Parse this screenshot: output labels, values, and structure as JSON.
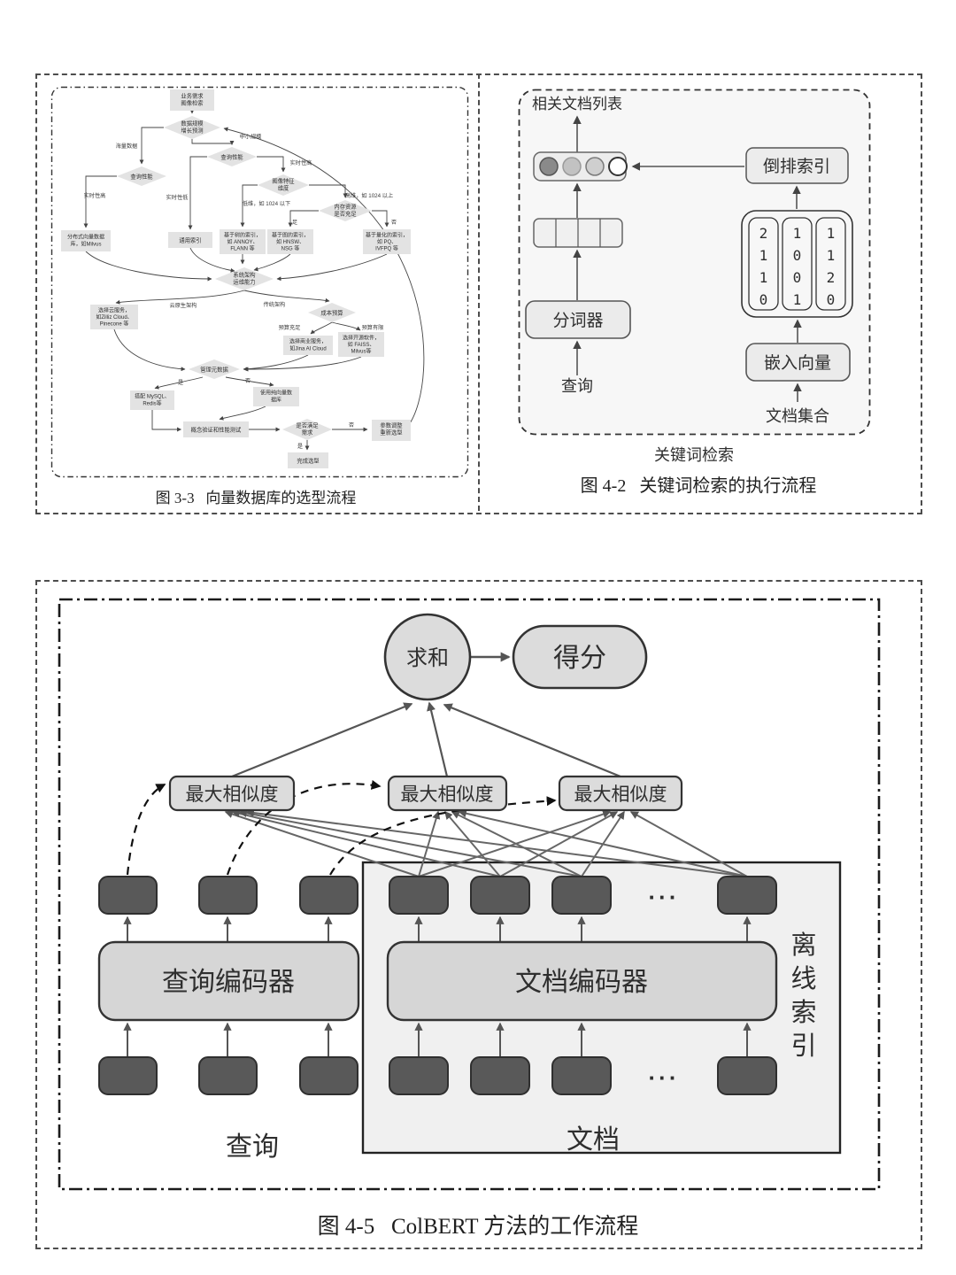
{
  "figure33": {
    "caption": "图 3-3   向量数据库的选型流程",
    "nodes": {
      "start": "业务需求\n图像检索",
      "d_scale": "数据规模\n增长预测",
      "d_query_mid": "查询性能",
      "d_query_left": "查询性能",
      "d_feature": "图像特征\n维度",
      "d_memory": "内存资源\n是否充足",
      "leaf_dist": "分布式向量数据\n库，如Milvus",
      "leaf_general": "通用索引",
      "leaf_tree": "基于树的索引，\n如 ANNOY、\nFLANN 等",
      "leaf_graph": "基于图的索引，\n如 HNSW、\nNSG 等",
      "leaf_quant": "基于量化的索引，\n如 PQ、\nIVFPQ 等",
      "d_arch": "系统架构\n运维能力",
      "cloud": "选择云服务，\n如Zilliz Cloud、\nPinecone 等",
      "d_budget": "成本预算",
      "biz": "选择商业服务，\n如Jina AI Cloud",
      "oss": "选择开源软件，\n如 FAISS、\nMilvus等",
      "d_meta": "管理元数据",
      "mysql": "搭配 MySQL、\nRedis等",
      "purevec": "使用纯向量数\n据库",
      "poc": "概念验证和性能测试",
      "d_satisfy": "是否满足\n需求",
      "tune": "参数调整\n重新选型",
      "done": "完成选型"
    },
    "edge_labels": {
      "massive": "海量数据",
      "midsmall": "中小规模",
      "rt_high_r": "实时性高",
      "rt_high_l": "实时性高",
      "rt_low": "实时性低",
      "low_dim": "低维，如 1024 以下",
      "high_dim": "高维，如 1024 以上",
      "mem_yes": "足",
      "mem_no": "否",
      "cloud_native": "云原生架构",
      "traditional": "传统架构",
      "budget_ok": "预算充足",
      "budget_ltd": "预算有限",
      "meta_yes": "是",
      "meta_no": "否",
      "sat_yes": "是",
      "sat_no": "否"
    }
  },
  "figure42": {
    "caption": "图 4-2   关键词检索的执行流程",
    "title": "相关文档列表",
    "inverted_index": "倒排索引",
    "tokenizer": "分词器",
    "query": "查询",
    "embed": "嵌入向量",
    "doc_collection": "文档集合",
    "group_label": "关键词检索",
    "columns": [
      "2\n1\n1\n0",
      "1\n0\n0\n1",
      "1\n1\n2\n0"
    ]
  },
  "figure45": {
    "caption": "图 4-5   ColBERT 方法的工作流程",
    "sum": "求和",
    "score": "得分",
    "maxsim": "最大相似度",
    "query_encoder": "查询编码器",
    "doc_encoder": "文档编码器",
    "query_label": "查询",
    "doc_label": "文档",
    "offline_index": "离\n线\n索\n引",
    "ellipsis": "···"
  }
}
